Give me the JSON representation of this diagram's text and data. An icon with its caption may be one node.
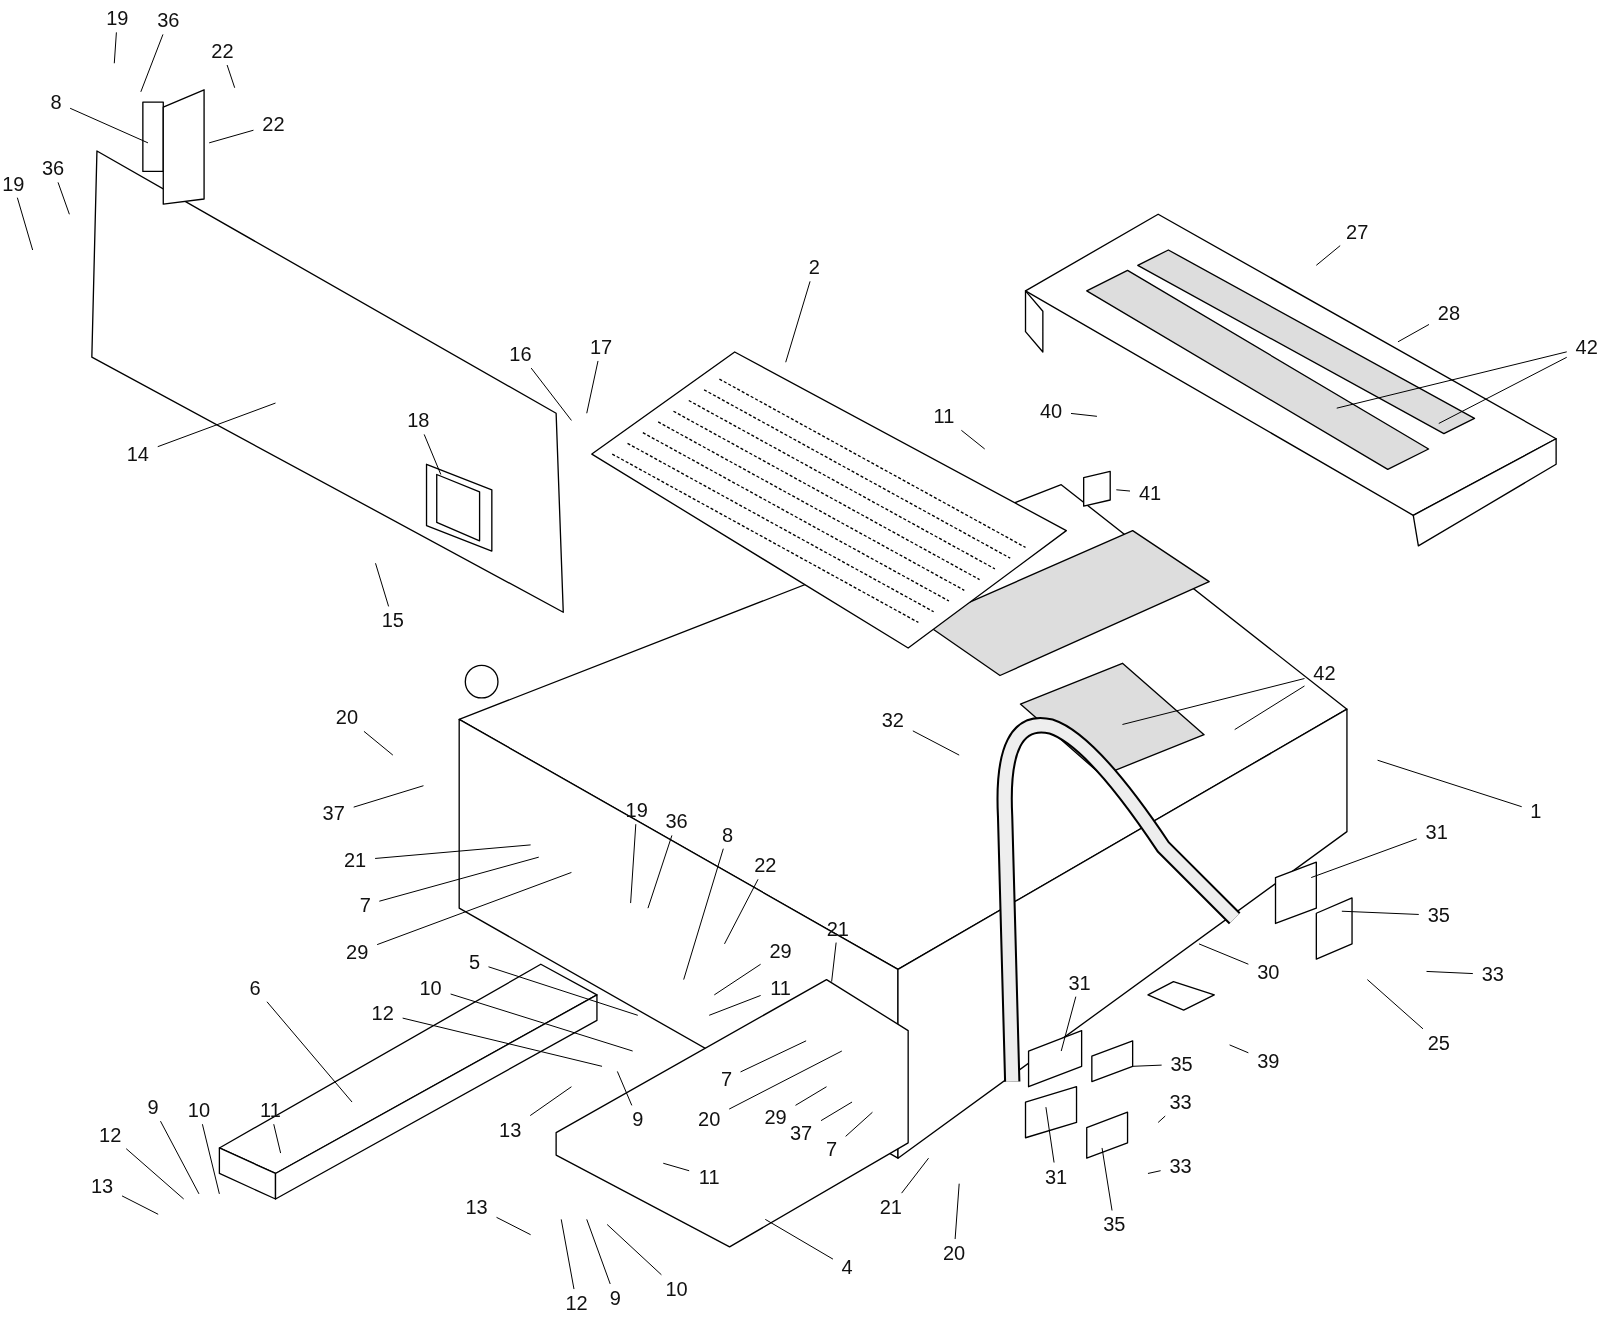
{
  "diagram": {
    "nodes": [
      {
        "text": [
          "19"
        ]
      },
      {
        "text": [
          "36"
        ]
      },
      {
        "text": [
          "22"
        ]
      },
      {
        "text": [
          "8"
        ]
      },
      {
        "text": [
          "22"
        ]
      },
      {
        "text": [
          "19"
        ]
      },
      {
        "text": [
          "36"
        ]
      },
      {
        "text": [
          "14"
        ]
      },
      {
        "text": [
          "16"
        ]
      },
      {
        "text": [
          "17"
        ]
      },
      {
        "text": [
          "18"
        ]
      },
      {
        "text": [
          "15"
        ]
      },
      {
        "text": [
          "2"
        ]
      },
      {
        "text": [
          "11"
        ]
      },
      {
        "text": [
          "40"
        ]
      },
      {
        "text": [
          "41"
        ]
      },
      {
        "text": [
          "27"
        ]
      },
      {
        "text": [
          "28"
        ]
      },
      {
        "text": [
          "42"
        ]
      },
      {
        "text": [
          "42"
        ]
      },
      {
        "text": [
          "32"
        ]
      },
      {
        "text": [
          "1"
        ]
      },
      {
        "text": [
          "20"
        ]
      },
      {
        "text": [
          "37"
        ]
      },
      {
        "text": [
          "21"
        ]
      },
      {
        "text": [
          "7"
        ]
      },
      {
        "text": [
          "29"
        ]
      },
      {
        "text": [
          "19"
        ]
      },
      {
        "text": [
          "36"
        ]
      },
      {
        "text": [
          "8"
        ]
      },
      {
        "text": [
          "22"
        ]
      },
      {
        "text": [
          "29"
        ]
      },
      {
        "text": [
          "11"
        ]
      },
      {
        "text": [
          "21"
        ]
      },
      {
        "text": [
          "5"
        ]
      },
      {
        "text": [
          "10"
        ]
      },
      {
        "text": [
          "12"
        ]
      },
      {
        "text": [
          "6"
        ]
      },
      {
        "text": [
          "13"
        ]
      },
      {
        "text": [
          "9"
        ]
      },
      {
        "text": [
          "20"
        ]
      },
      {
        "text": [
          "7"
        ]
      },
      {
        "text": [
          "29"
        ]
      },
      {
        "text": [
          "37"
        ]
      },
      {
        "text": [
          "7"
        ]
      },
      {
        "text": [
          "10"
        ]
      },
      {
        "text": [
          "11"
        ]
      },
      {
        "text": [
          "9"
        ]
      },
      {
        "text": [
          "12"
        ]
      },
      {
        "text": [
          "13"
        ]
      },
      {
        "text": [
          "13"
        ]
      },
      {
        "text": [
          "12"
        ]
      },
      {
        "text": [
          "9"
        ]
      },
      {
        "text": [
          "10"
        ]
      },
      {
        "text": [
          "11"
        ]
      },
      {
        "text": [
          "4"
        ]
      },
      {
        "text": [
          "21"
        ]
      },
      {
        "text": [
          "20"
        ]
      },
      {
        "text": [
          "31"
        ]
      },
      {
        "text": [
          "35"
        ]
      },
      {
        "text": [
          "33"
        ]
      },
      {
        "text": [
          "33"
        ]
      },
      {
        "text": [
          "35"
        ]
      },
      {
        "text": [
          "31"
        ]
      },
      {
        "text": [
          "39"
        ]
      },
      {
        "text": [
          "30"
        ]
      },
      {
        "text": [
          "25"
        ]
      },
      {
        "text": [
          "33"
        ]
      },
      {
        "text": [
          "35"
        ]
      },
      {
        "text": [
          "31"
        ]
      }
    ],
    "edges": [
      {
        "from": 0,
        "to": null,
        "arrow": "none"
      },
      {
        "from": 1,
        "to": null,
        "arrow": "none"
      },
      {
        "from": 2,
        "to": null,
        "arrow": "none"
      },
      {
        "from": 3,
        "to": null,
        "arrow": "none"
      },
      {
        "from": 4,
        "to": null,
        "arrow": "none"
      },
      {
        "from": 5,
        "to": null,
        "arrow": "none"
      },
      {
        "from": 6,
        "to": null,
        "arrow": "none"
      },
      {
        "from": 7,
        "to": null,
        "arrow": "none"
      },
      {
        "from": 8,
        "to": null,
        "arrow": "none"
      },
      {
        "from": 9,
        "to": null,
        "arrow": "none"
      },
      {
        "from": 10,
        "to": null,
        "arrow": "none"
      },
      {
        "from": 11,
        "to": null,
        "arrow": "none"
      },
      {
        "from": 12,
        "to": null,
        "arrow": "none"
      },
      {
        "from": 13,
        "to": null,
        "arrow": "none"
      },
      {
        "from": 14,
        "to": null,
        "arrow": "none"
      },
      {
        "from": 15,
        "to": null,
        "arrow": "none"
      },
      {
        "from": 16,
        "to": null,
        "arrow": "none"
      },
      {
        "from": 17,
        "to": null,
        "arrow": "none"
      },
      {
        "from": 18,
        "to": null,
        "arrow": "none"
      },
      {
        "from": 18,
        "to": null,
        "arrow": "none"
      },
      {
        "from": 19,
        "to": null,
        "arrow": "none"
      },
      {
        "from": 19,
        "to": null,
        "arrow": "none"
      },
      {
        "from": 20,
        "to": null,
        "arrow": "none"
      },
      {
        "from": 21,
        "to": null,
        "arrow": "none"
      },
      {
        "from": 22,
        "to": null,
        "arrow": "none"
      },
      {
        "from": 23,
        "to": null,
        "arrow": "none"
      },
      {
        "from": 24,
        "to": null,
        "arrow": "none"
      },
      {
        "from": 25,
        "to": null,
        "arrow": "none"
      },
      {
        "from": 26,
        "to": null,
        "arrow": "none"
      },
      {
        "from": 27,
        "to": null,
        "arrow": "none"
      },
      {
        "from": 28,
        "to": null,
        "arrow": "none"
      },
      {
        "from": 29,
        "to": null,
        "arrow": "none"
      },
      {
        "from": 30,
        "to": null,
        "arrow": "none"
      },
      {
        "from": 31,
        "to": null,
        "arrow": "none"
      },
      {
        "from": 32,
        "to": null,
        "arrow": "none"
      },
      {
        "from": 33,
        "to": null,
        "arrow": "none"
      },
      {
        "from": 34,
        "to": null,
        "arrow": "none"
      },
      {
        "from": 35,
        "to": null,
        "arrow": "none"
      },
      {
        "from": 36,
        "to": null,
        "arrow": "none"
      },
      {
        "from": 37,
        "to": null,
        "arrow": "none"
      },
      {
        "from": 38,
        "to": null,
        "arrow": "none"
      },
      {
        "from": 39,
        "to": null,
        "arrow": "none"
      },
      {
        "from": 40,
        "to": null,
        "arrow": "none"
      },
      {
        "from": 41,
        "to": null,
        "arrow": "none"
      },
      {
        "from": 42,
        "to": null,
        "arrow": "none"
      },
      {
        "from": 43,
        "to": null,
        "arrow": "none"
      },
      {
        "from": 44,
        "to": null,
        "arrow": "none"
      },
      {
        "from": 45,
        "to": null,
        "arrow": "none"
      },
      {
        "from": 46,
        "to": null,
        "arrow": "none"
      },
      {
        "from": 47,
        "to": null,
        "arrow": "none"
      },
      {
        "from": 48,
        "to": null,
        "arrow": "none"
      },
      {
        "from": 49,
        "to": null,
        "arrow": "none"
      },
      {
        "from": 50,
        "to": null,
        "arrow": "none"
      },
      {
        "from": 51,
        "to": null,
        "arrow": "none"
      },
      {
        "from": 52,
        "to": null,
        "arrow": "none"
      },
      {
        "from": 53,
        "to": null,
        "arrow": "none"
      },
      {
        "from": 54,
        "to": null,
        "arrow": "none"
      },
      {
        "from": 55,
        "to": null,
        "arrow": "none"
      },
      {
        "from": 56,
        "to": null,
        "arrow": "none"
      },
      {
        "from": 57,
        "to": null,
        "arrow": "none"
      },
      {
        "from": 58,
        "to": null,
        "arrow": "none"
      },
      {
        "from": 59,
        "to": null,
        "arrow": "none"
      },
      {
        "from": 60,
        "to": null,
        "arrow": "none"
      },
      {
        "from": 61,
        "to": null,
        "arrow": "none"
      },
      {
        "from": 62,
        "to": null,
        "arrow": "none"
      },
      {
        "from": 63,
        "to": null,
        "arrow": "none"
      },
      {
        "from": 64,
        "to": null,
        "arrow": "none"
      },
      {
        "from": 65,
        "to": null,
        "arrow": "none"
      },
      {
        "from": 66,
        "to": null,
        "arrow": "none"
      },
      {
        "from": 67,
        "to": null,
        "arrow": "none"
      },
      {
        "from": 68,
        "to": null,
        "arrow": "none"
      },
      {
        "from": 69,
        "to": null,
        "arrow": "none"
      }
    ]
  }
}
